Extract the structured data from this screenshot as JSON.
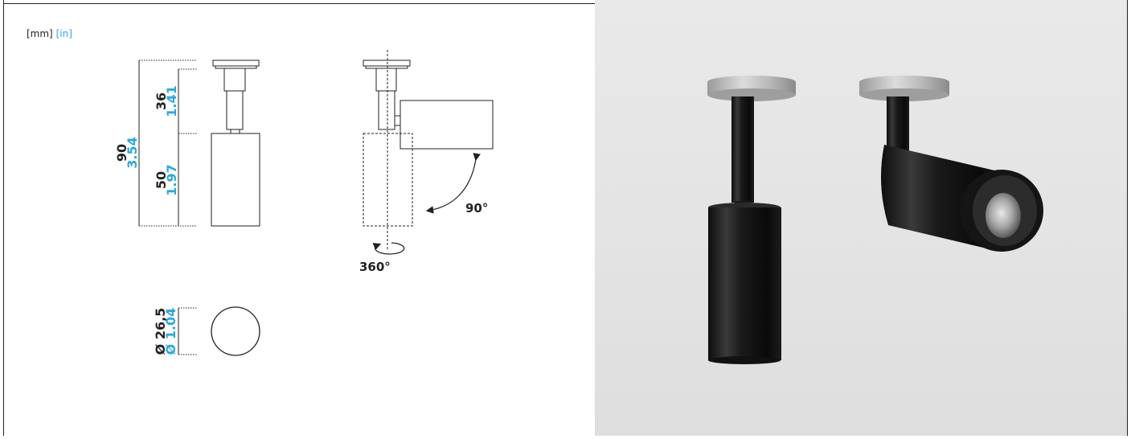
{
  "units": {
    "mm": "[mm]",
    "in": "[in]"
  },
  "colors": {
    "imperial": "#29a8e0",
    "metric": "#222222",
    "background_photo": "#e5e5e5"
  },
  "dimensions": {
    "total_height_mm": "90",
    "total_height_in": "3.54",
    "stem_height_mm": "36",
    "stem_height_in": "1.41",
    "body_height_mm": "50",
    "body_height_in": "1.97",
    "diameter_mm": "Ø 26,5",
    "diameter_in": "Ø 1.04"
  },
  "angles": {
    "tilt": "90°",
    "rotation": "360°"
  }
}
